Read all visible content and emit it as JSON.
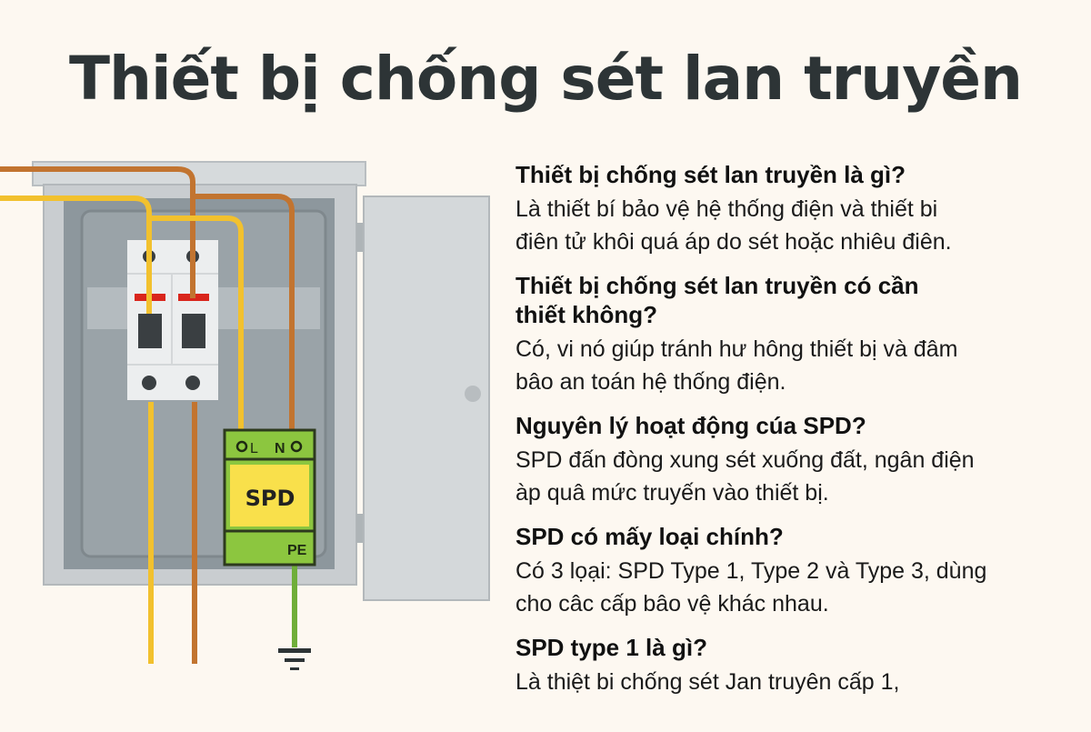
{
  "title": "Thiết bị chống sét lan truyền",
  "diagram": {
    "spd_label": "SPD",
    "terminal_l": "L",
    "terminal_n": "N",
    "terminal_pe": "PE",
    "colors": {
      "background": "#fdf8f1",
      "cabinet": "#c9cdd0",
      "cabinet_inner": "#8d979d",
      "panel": "#9aa3a8",
      "door": "#d4d8da",
      "wire_yellow": "#f2c12e",
      "wire_brown": "#c27430",
      "wire_green": "#6fae3a",
      "spd_green": "#8cc63f",
      "spd_yellow": "#f9e04b",
      "breaker_red": "#d9261c",
      "breaker_dark": "#3a3f42"
    }
  },
  "faq": [
    {
      "question": "Thiết bị chống sét lan truyền là gì?",
      "answer_lines": [
        "Là thiết bí bảo vệ hệ thống điện và thiết bi",
        "điên tử khôi quá áp do sét hoặc nhiêu điên."
      ]
    },
    {
      "question_lines": [
        "Thiết bị chống sét lan truyền có cần",
        "thiết không?"
      ],
      "answer_lines": [
        "Có, vi nó giúp tránh hư hông thiết bị và đâm",
        "bâo an toán hệ thống điện."
      ]
    },
    {
      "question": "Nguyên lý hoạt động cúa SPD?",
      "answer_lines": [
        "SPD đấn đòng xung sét xuống đất, ngân điện",
        "àp quâ mức truyến vào thiết bị."
      ]
    },
    {
      "question": "SPD có mấy loại chính?",
      "answer_lines": [
        "Có 3 lọại: SPD Type 1, Type 2 và Type 3, dùng",
        "cho câc cấp bâo vệ khác nhau."
      ]
    },
    {
      "question": "SPD type 1 là gì?",
      "answer_lines": [
        "Là thiệt bi chống sét Jan truyên cấp 1,"
      ]
    }
  ]
}
